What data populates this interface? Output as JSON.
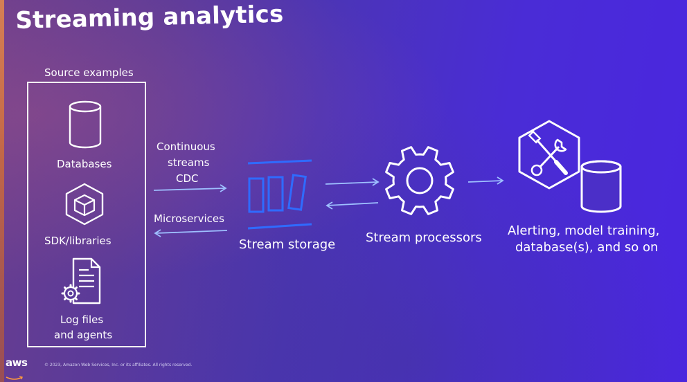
{
  "title": "Streaming analytics",
  "source": {
    "heading": "Source examples",
    "items": [
      {
        "label": "Databases",
        "icon": "database-icon"
      },
      {
        "label": "SDK/libraries",
        "icon": "cube-icon"
      },
      {
        "label_line1": "Log files",
        "label_line2": "and agents",
        "icon": "log-file-gear-icon"
      }
    ]
  },
  "flows": {
    "continuous_line1": "Continuous",
    "continuous_line2": "streams",
    "continuous_line3": "CDC",
    "microservices": "Microservices"
  },
  "stream_storage": {
    "label": "Stream storage",
    "icon": "stream-storage-icon"
  },
  "stream_processors": {
    "label": "Stream processors",
    "icon": "gear-icon"
  },
  "destinations": {
    "line1": "Alerting, model training,",
    "line2": "database(s), and so on",
    "icons": [
      "tools-hexagon-icon",
      "database-icon"
    ]
  },
  "footer": {
    "copyright": "© 2023, Amazon Web Services, Inc. or its affiliates. All rights reserved.",
    "logo": "aws"
  },
  "colors": {
    "accent_blue": "#2f6bff",
    "line_light": "#9ec0ff",
    "white": "#ffffff"
  }
}
